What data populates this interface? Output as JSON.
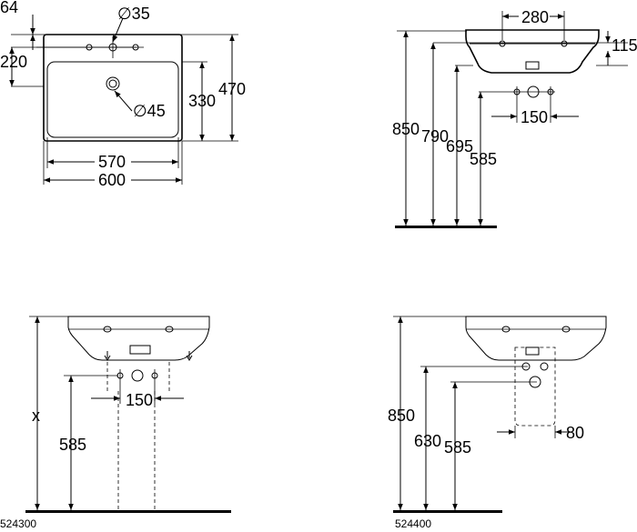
{
  "views": {
    "top_view": {
      "dims": {
        "d64": "64",
        "d220": "220",
        "d35": "∅35",
        "d45": "∅45",
        "d330": "330",
        "d470": "470",
        "d570": "570",
        "d600": "600"
      }
    },
    "side_view": {
      "dims": {
        "d280": "280",
        "d115": "115",
        "d150": "150",
        "d850": "850",
        "d790": "790",
        "d695": "695",
        "d585": "585"
      }
    },
    "front_524300": {
      "code": "524300",
      "dims": {
        "dx": "x",
        "d585": "585",
        "d150": "150"
      }
    },
    "front_524400": {
      "code": "524400",
      "dims": {
        "d850": "850",
        "d630": "630",
        "d585": "585",
        "d80": "80"
      }
    }
  }
}
